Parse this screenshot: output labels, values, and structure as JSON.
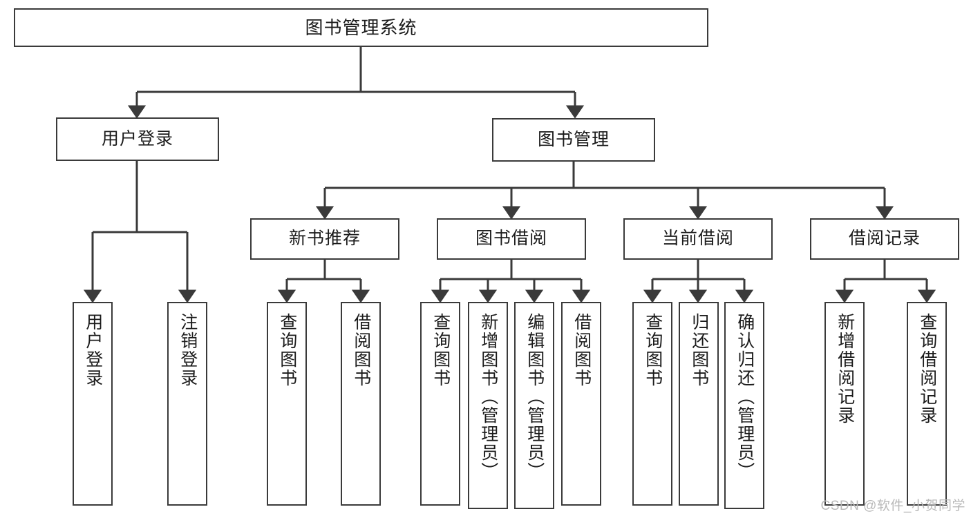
{
  "diagram": {
    "type": "tree",
    "title": "图书管理系统",
    "orientation": "top-down",
    "colors": {
      "node_border": "#3a3a3a",
      "node_fill": "#ffffff",
      "edge": "#3a3a3a",
      "text": "#1b1b1b",
      "watermark": "#b9b9b9"
    },
    "root": {
      "id": "root",
      "label": "图书管理系统"
    },
    "level2": [
      {
        "id": "user-login",
        "label": "用户登录"
      },
      {
        "id": "book-manage",
        "label": "图书管理"
      }
    ],
    "level3": [
      {
        "id": "new-book-rec",
        "label": "新书推荐",
        "parent": "book-manage"
      },
      {
        "id": "book-borrow",
        "label": "图书借阅",
        "parent": "book-manage"
      },
      {
        "id": "current-borrow",
        "label": "当前借阅",
        "parent": "book-manage"
      },
      {
        "id": "borrow-record",
        "label": "借阅记录",
        "parent": "book-manage"
      }
    ],
    "leaves": [
      {
        "id": "leaf-user-login",
        "label": "用户登录",
        "parent": "user-login"
      },
      {
        "id": "leaf-user-logout",
        "label": "注销登录",
        "parent": "user-login"
      },
      {
        "id": "leaf-query-book-1",
        "label": "查询图书",
        "parent": "new-book-rec"
      },
      {
        "id": "leaf-borrow-book-1",
        "label": "借阅图书",
        "parent": "new-book-rec"
      },
      {
        "id": "leaf-query-book-2",
        "label": "查询图书",
        "parent": "book-borrow"
      },
      {
        "id": "leaf-add-book",
        "label": "新增图书（管理员）",
        "parent": "book-borrow"
      },
      {
        "id": "leaf-edit-book",
        "label": "编辑图书（管理员）",
        "parent": "book-borrow"
      },
      {
        "id": "leaf-borrow-book-2",
        "label": "借阅图书",
        "parent": "book-borrow"
      },
      {
        "id": "leaf-query-book-3",
        "label": "查询图书",
        "parent": "current-borrow"
      },
      {
        "id": "leaf-return-book",
        "label": "归还图书",
        "parent": "current-borrow"
      },
      {
        "id": "leaf-confirm-return",
        "label": "确认归还（管理员）",
        "parent": "current-borrow"
      },
      {
        "id": "leaf-add-record",
        "label": "新增借阅记录",
        "parent": "borrow-record"
      },
      {
        "id": "leaf-query-record",
        "label": "查询借阅记录",
        "parent": "borrow-record"
      }
    ]
  },
  "watermark": {
    "text": "CSDN @软件_小贺同学"
  }
}
